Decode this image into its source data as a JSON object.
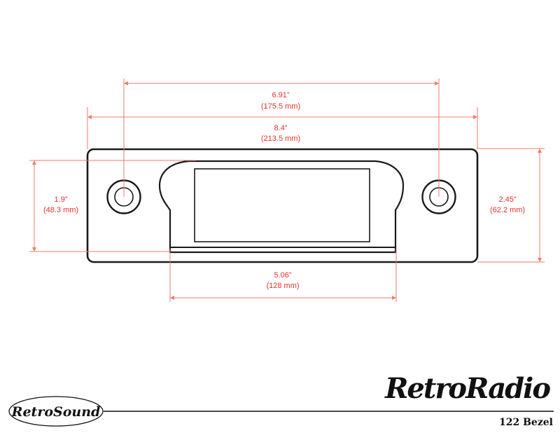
{
  "diagram": {
    "title": "122 Bezel",
    "brand_logo": "RetroSound",
    "product_logo": "RetroRadio",
    "dimensions": {
      "hole_spacing": {
        "imperial": "6.91”",
        "metric": "(175.5 mm)"
      },
      "overall_width": {
        "imperial": "8.4”",
        "metric": "(213.5 mm)"
      },
      "opening_height": {
        "imperial": "1.9”",
        "metric": "(48.3 mm)"
      },
      "overall_height": {
        "imperial": "2.45”",
        "metric": "(62.2 mm)"
      },
      "opening_width": {
        "imperial": "5.06”",
        "metric": "(128 mm)"
      }
    },
    "colors": {
      "dimension": "#e8312a",
      "outline": "#1a1a1a"
    }
  }
}
